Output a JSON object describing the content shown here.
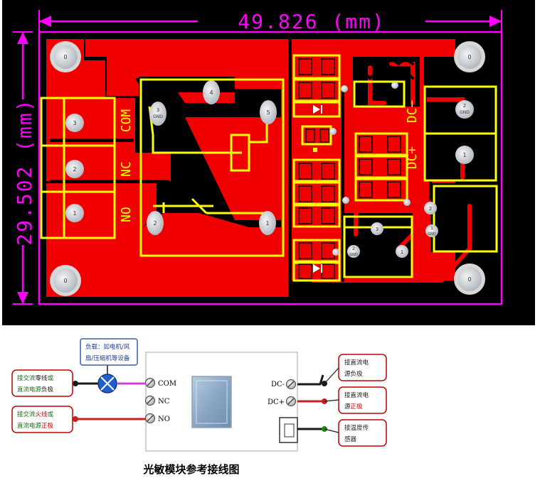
{
  "pcb": {
    "width_dim": "49.826 (mm)",
    "height_dim": "29.502 (mm)",
    "relay_terminals": [
      "COM",
      "NC",
      "NO"
    ],
    "dc_labels": [
      "DC−",
      "DC+"
    ],
    "pad_numbers": {
      "mount": "0",
      "terminal_3": "3",
      "terminal_2": "2",
      "terminal_1": "1",
      "relay_4": "4",
      "relay_5": "5",
      "relay_3": "3",
      "relay_2": "2",
      "relay_1": "1",
      "dc_2": "2",
      "dc_1": "1",
      "sensor_3": "3",
      "sensor_2": "2",
      "sensor_1": "1",
      "led_2": "2",
      "led_1": "1"
    },
    "gnd_label": "GND"
  },
  "wiring": {
    "load_note_line1": "负载：如电机/风",
    "load_note_line2": "扇/压缩机等设备",
    "ac_neutral_pre": "接交流",
    "ac_neutral_hl": "零线",
    "ac_neutral_post": "或",
    "dc_neg_pre": "直流电源",
    "dc_neg_hl": "负极",
    "ac_live_pre": "接交流",
    "ac_live_hl": "火线",
    "ac_live_post": "或",
    "dc_pos_pre": "直流电源",
    "dc_pos_hl": "正极",
    "terminal_com": "COM",
    "terminal_nc": "NC",
    "terminal_no": "NO",
    "terminal_dcm": "DC-",
    "terminal_dcp": "DC+",
    "right_note1_line1": "接直流电",
    "right_note1_line2": "源负极",
    "right_note2_line1": "接直流电",
    "right_note2_line2": "源",
    "right_note2_hl": "正极",
    "right_note3_line1": "接温度传",
    "right_note3_line2": "感器",
    "caption": "光敏模块参考接线图"
  },
  "colors": {
    "pcb_bg": "#000000",
    "copper": "#f00000",
    "outline": "#ff00ff",
    "silk": "#ffff00",
    "pad": "#c8c8c8",
    "note_border": "#c00000",
    "note_green": "#1a6b1a",
    "note_red": "#d00000"
  }
}
